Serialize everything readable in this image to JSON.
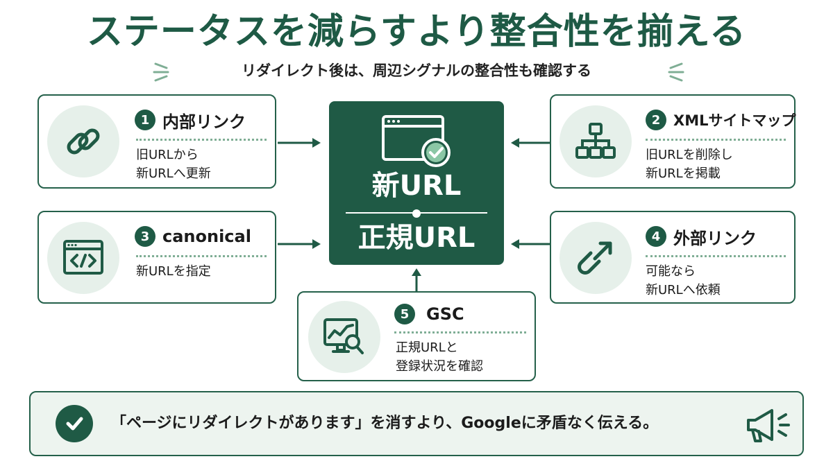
{
  "title": "ステータスを減らすより整合性を揃える",
  "subtitle": "リダイレクト後は、周辺シグナルの整合性も確認する",
  "center": {
    "line1": "新URL",
    "line2": "正規URL"
  },
  "cards": [
    {
      "num": "1",
      "heading": "内部リンク",
      "body": [
        "旧URLから",
        "新URLへ更新"
      ],
      "icon": "link-chain-icon"
    },
    {
      "num": "2",
      "heading": "XMLサイトマップ",
      "body": [
        "旧URLを削除し",
        "新URLを掲載"
      ],
      "icon": "sitemap-icon"
    },
    {
      "num": "3",
      "heading": "canonical",
      "body": [
        "新URLを指定"
      ],
      "icon": "code-window-icon"
    },
    {
      "num": "4",
      "heading": "外部リンク",
      "body": [
        "可能なら",
        "新URLへ依頼"
      ],
      "icon": "external-link-icon"
    },
    {
      "num": "5",
      "heading": "GSC",
      "body": [
        "正規URLと",
        "登録状況を確認"
      ],
      "icon": "analytics-monitor-icon"
    }
  ],
  "banner": {
    "text": "「ページにリダイレクトがあります」を消すより、Googleに矛盾なく伝える。",
    "icon_left": "check-icon",
    "icon_right": "megaphone-icon"
  },
  "colors": {
    "primary": "#1f5a45",
    "border": "#24604a",
    "light_bg": "#e6f0ea",
    "accent_dots": "#7fae95"
  }
}
